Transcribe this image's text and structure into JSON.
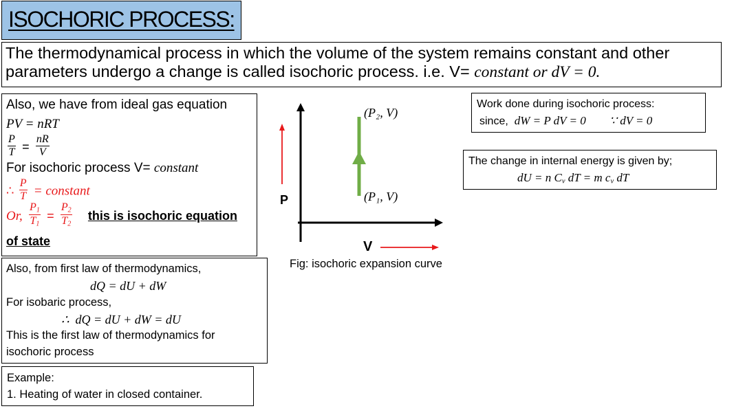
{
  "title": "ISOCHORIC PROCESS:",
  "definition": {
    "line1": "The thermodynamical process in which the volume of the system remains constant and other",
    "line2_text": "parameters undergo a change is called isochoric process. i.e.  V=",
    "line2_math": "constant or dV = 0."
  },
  "ideal_gas": {
    "intro": "Also, we have from ideal gas equation",
    "eq1": "PV = nRT",
    "frac_lhs_num": "P",
    "frac_lhs_den": "T",
    "equals": "=",
    "frac_rhs_num": "nR",
    "frac_rhs_den": "V",
    "isochoric_text": "For isochoric process V=",
    "isochoric_math": "constant",
    "therefore": "∴",
    "constant_label": "= constant",
    "or_label": "Or,",
    "p1": "P",
    "t1": "T",
    "p2": "P",
    "t2": "T",
    "sub1": "1",
    "sub2": "2",
    "statement_a": "this is isochoric equation",
    "statement_b": "of state"
  },
  "first_law": {
    "intro": "Also, from first law of thermodynamics,",
    "eq1": "dQ = dU + dW",
    "isobaric": "For isobaric process,",
    "therefore": "∴",
    "eq2": "dQ = dU + dW = dU",
    "conclusion_a": "This is the first law of thermodynamics for",
    "conclusion_b": "isochoric process"
  },
  "example": {
    "heading": "Example:",
    "item": "1.   Heating of water in closed container."
  },
  "work": {
    "heading": "Work done during isochoric process:",
    "since": "since,",
    "eq": "dW = P dV = 0",
    "because": "∵ dV = 0"
  },
  "energy": {
    "heading": "The change in internal energy is given by;",
    "eq_a": "dU = n C",
    "eq_b": " dT = m c",
    "eq_c": " dT",
    "sub": "v"
  },
  "diagram": {
    "p_axis": "P",
    "v_axis": "V",
    "top_point": "(P₂, V)",
    "bottom_point": "(P₁, V)",
    "caption": "Fig: isochoric expansion curve",
    "colors": {
      "axis": "#000000",
      "process_line": "#70ad47",
      "arrow_red": "#e8191b"
    }
  }
}
